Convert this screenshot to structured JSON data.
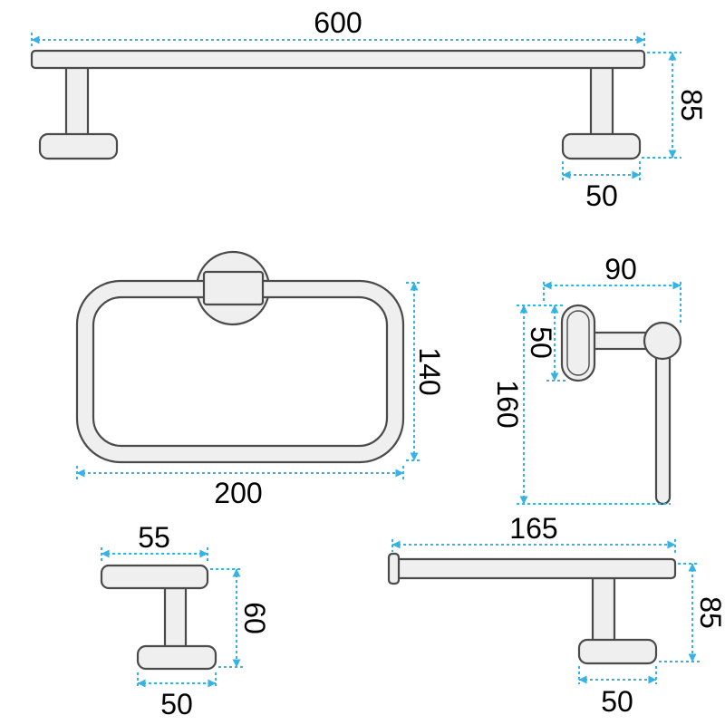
{
  "drawing": {
    "towel_bar": {
      "length_mm": "600",
      "height_mm": "85",
      "base_mm": "50"
    },
    "towel_ring": {
      "width_mm": "200",
      "height_mm": "140"
    },
    "towel_holder": {
      "width_mm": "90",
      "plate_mm": "50",
      "height_mm": "160"
    },
    "robe_hook": {
      "width_mm": "55",
      "height_mm": "60",
      "base_mm": "50"
    },
    "paper_holder": {
      "length_mm": "165",
      "height_mm": "85",
      "base_mm": "50"
    }
  },
  "colors": {
    "dimension": "#36b3e6",
    "outline": "#4a4a4a",
    "part_fill": "#efefef",
    "label_text": "#000000",
    "background": "#ffffff"
  }
}
